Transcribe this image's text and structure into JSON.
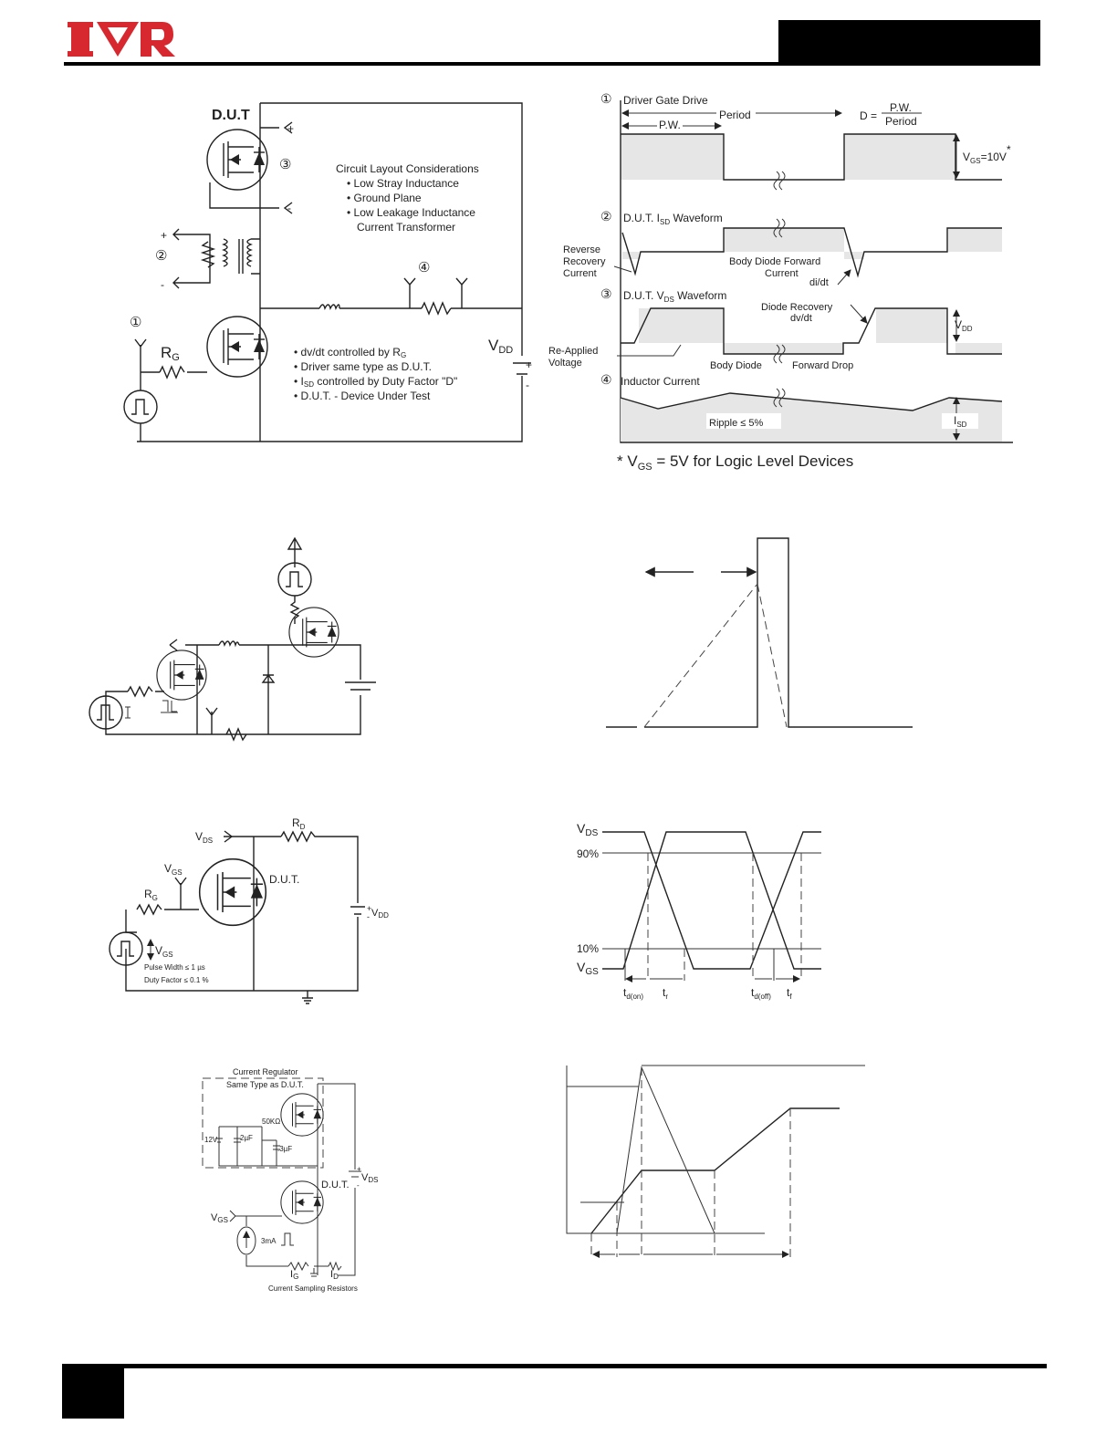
{
  "header": {
    "logo_text": "IOR",
    "brand_color": "#d7282f"
  },
  "fig1_circuit": {
    "dut_label": "D.U.T",
    "marker_1": "①",
    "marker_2": "②",
    "marker_3": "③",
    "marker_4": "④",
    "plus": "+",
    "minus": "-",
    "rg": {
      "main": "R",
      "sub": "G"
    },
    "vdd": {
      "main": "V",
      "sub": "DD"
    },
    "layout_title": "Circuit Layout Considerations",
    "layout_items": [
      "Low Stray Inductance",
      "Ground Plane",
      "Low Leakage Inductance",
      "Current Transformer"
    ],
    "notes": [
      "dv/dt controlled by R",
      "Driver same type as D.U.T.",
      "I",
      "D.U.T. - Device Under Test"
    ],
    "note_rg_sub": "G",
    "note_isd_sub": "SD",
    "note_isd_rest": " controlled by Duty Factor \"D\""
  },
  "fig1_waveform": {
    "w1_title": "Driver Gate Drive",
    "period": "Period",
    "pw": "P.W.",
    "duty_lhs": "D =",
    "duty_num": "P.W.",
    "duty_den": "Period",
    "vgs_main": "V",
    "vgs_sub": "GS",
    "vgs_val": "=10V",
    "star": "*",
    "w2_title_pre": "D.U.T. I",
    "w2_sub": "SD",
    "w2_title_post": " Waveform",
    "reverse_recovery": [
      "Reverse",
      "Recovery",
      "Current"
    ],
    "body_diode_forward": [
      "Body  Diode  Forward",
      "Current"
    ],
    "didt": "di/dt",
    "w3_title_pre": "D.U.T. V",
    "w3_sub": "DS",
    "w3_title_post": " Waveform",
    "diode_recovery": [
      "Diode  Recovery",
      "dv/dt"
    ],
    "vdd_main": "V",
    "vdd_sub": "DD",
    "reapplied": [
      "Re-Applied",
      "Voltage"
    ],
    "body_diode": "Body  Diode",
    "forward_drop": "Forward  Drop",
    "w4_title": "Inductor Current",
    "ripple": "Ripple ≤ 5%",
    "isd_main": "I",
    "isd_sub": "SD",
    "footnote_pre": "* V",
    "footnote_sub": "GS",
    "footnote_post": " = 5V for Logic Level Devices"
  },
  "fig4_circuit": {
    "vds": {
      "main": "V",
      "sub": "DS"
    },
    "vgs": {
      "main": "V",
      "sub": "GS"
    },
    "rg": {
      "main": "R",
      "sub": "G"
    },
    "rd": {
      "main": "R",
      "sub": "D"
    },
    "dut": "D.U.T.",
    "vdd": {
      "main": "V",
      "sub": "DD"
    },
    "plus": "+",
    "minus": "-",
    "pulse_vgs": {
      "main": "V",
      "sub": "GS"
    },
    "pulse_width": "Pulse Width ≤ 1 µs",
    "duty_factor": "Duty Factor ≤ 0.1 %"
  },
  "fig4_waveform": {
    "vds": {
      "main": "V",
      "sub": "DS"
    },
    "p90": "90%",
    "p10": "10%",
    "vgs": {
      "main": "V",
      "sub": "GS"
    },
    "td_on": {
      "main": "t",
      "sub": "d(on)"
    },
    "tr": {
      "main": "t",
      "sub": "r"
    },
    "td_off": {
      "main": "t",
      "sub": "d(off)"
    },
    "tf": {
      "main": "t",
      "sub": "f"
    }
  },
  "fig5_circuit": {
    "current_regulator": "Current  Regulator",
    "same_type": "Same  Type  as  D.U.T.",
    "r50k": "50KΩ",
    "v12": "12V",
    "c2": "2µF",
    "c3": ".3µF",
    "dut": "D.U.T.",
    "vds": {
      "main": "V",
      "sub": "DS"
    },
    "plus": "+",
    "minus": "-",
    "vgs": {
      "main": "V",
      "sub": "GS"
    },
    "ma3": "3mA",
    "ig": {
      "main": "I",
      "sub": "G"
    },
    "id": {
      "main": "I",
      "sub": "D"
    },
    "sampling": "Current  Sampling  Resistors"
  }
}
